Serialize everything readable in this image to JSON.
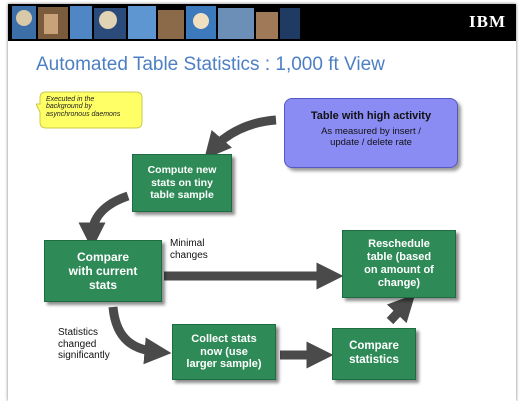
{
  "header": {
    "logo_text": "IBM",
    "title": "Automated Table Statistics : 1,000 ft View"
  },
  "note": {
    "text": "Executed in the\nbackground by\nasynchronous daemons"
  },
  "trigger_box": {
    "title": "Table with high activity",
    "subtitle": "As measured by insert /\nupdate / delete rate"
  },
  "boxes": {
    "compute": "Compute new\nstats on tiny\ntable sample",
    "compare_current": "Compare\nwith current\nstats",
    "reschedule": "Reschedule\ntable (based\non amount of\nchange)",
    "collect": "Collect stats\nnow (use\nlarger sample)",
    "compare_stats": "Compare\nstatistics"
  },
  "labels": {
    "minimal": "Minimal\nchanges",
    "significant": "Statistics\nchanged\nsignificantly"
  },
  "colors": {
    "box_green": "#2e8b57",
    "arrow_gray": "#4a4a4a",
    "trigger_blue": "#8a8cf3",
    "note_yellow": "#ffff66",
    "title_blue": "#4d7fc4"
  }
}
